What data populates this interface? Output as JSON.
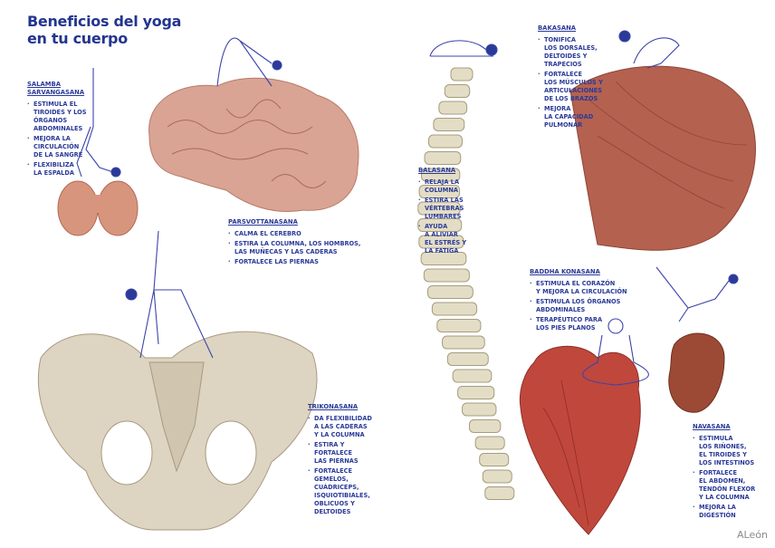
{
  "title": {
    "line1": "Beneficios del yoga",
    "line2": "en tu cuerpo"
  },
  "colors": {
    "text": "#2a3a98",
    "brain": "#d9a493",
    "thyroid": "#d8957d",
    "bone": "#ddd4c1",
    "spine": "#e3ddc6",
    "muscle": "#b5614f",
    "heart": "#c0473c",
    "kidney": "#9c4a35",
    "figure": "#3b44a8"
  },
  "poses": [
    {
      "name": "Salamba Sarvangasana",
      "benefits": [
        "Estimula el\ntiroides y los\nórganos\nabdominales",
        "Mejora la\ncirculación\nde la sangre",
        "Flexibiliza\nla espalda"
      ]
    },
    {
      "name": "Parsvottanasana",
      "benefits": [
        "Calma el cerebro",
        "Estira la columna, los hombros,\nlas muñecas y las caderas",
        "Fortalece las piernas"
      ]
    },
    {
      "name": "Trikonasana",
      "benefits": [
        "Da flexibilidad\na las caderas\ny la columna",
        "Estira y\nfortalece\nlas piernas",
        "Fortalece\ngemelos,\ncuádriceps,\nisquiotibiales,\noblicuos y\ndeltoides"
      ]
    },
    {
      "name": "Balasana",
      "benefits": [
        "Relaja la\ncolumna",
        "Estira las\nvértebras\nlumbares",
        "Ayuda\na aliviar\nel estrés y\nla fatiga"
      ]
    },
    {
      "name": "Bakasana",
      "benefits": [
        "Tonifica\nlos dorsales,\ndeltoides y\ntrapecios",
        "Fortalece\nlos músculos y\narticulaciones\nde los brazos",
        "Mejora\nla capacidad\npulmonar"
      ]
    },
    {
      "name": "Baddha Konasana",
      "benefits": [
        "Estimula el corazón\ny mejora la circulación",
        "Estimula los órganos\nabdominales",
        "Terapéutico para\nlos pies planos"
      ]
    },
    {
      "name": "Navasana",
      "benefits": [
        "Estimula\nlos riñones,\nel tiroides y\nlos intestinos",
        "Fortalece\nel abdomen,\ntendón flexor\ny la columna",
        "Mejora la\ndigestión"
      ]
    }
  ],
  "signature": "ALeón"
}
